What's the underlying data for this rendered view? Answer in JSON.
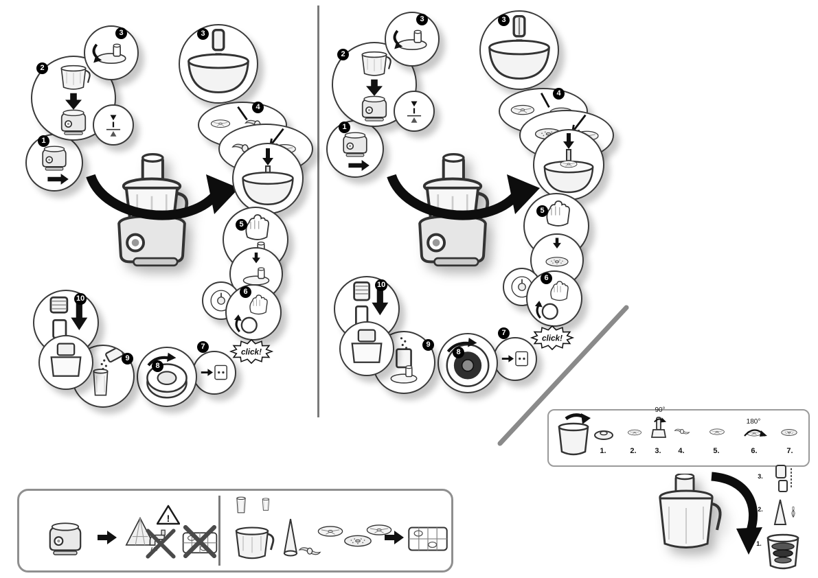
{
  "colors": {
    "ink": "#111111",
    "line": "#333333",
    "divider": "#7a7a7a",
    "panel_border": "#8f8f8f",
    "fill_light": "#f4f4f4",
    "shadow": "rgba(0,0,0,0.25)"
  },
  "left_sequence": {
    "click_label": "click!",
    "badges": {
      "s1": "1",
      "s2": "2",
      "s3a": "3",
      "s3b": "3",
      "s4": "4",
      "s5": "5",
      "s6": "6",
      "s7": "7",
      "s8": "8",
      "s9": "9",
      "s10": "10"
    }
  },
  "right_sequence": {
    "click_label": "click!",
    "badges": {
      "s1": "1",
      "s2": "2",
      "s3a": "3",
      "s3b": "3",
      "s4": "4",
      "s5": "5",
      "s6": "6",
      "s7": "7",
      "s8": "8",
      "s9": "9",
      "s10": "10"
    }
  },
  "parts_strip": {
    "rotation_90": "90°",
    "rotation_180": "180°",
    "items": [
      {
        "label": "1."
      },
      {
        "label": "2."
      },
      {
        "label": "3."
      },
      {
        "label": "4."
      },
      {
        "label": "5."
      },
      {
        "label": "6."
      },
      {
        "label": "7."
      }
    ]
  },
  "storage": {
    "labels": [
      "3.",
      "2.",
      "1."
    ]
  },
  "care": {
    "warning_mark": "!"
  }
}
